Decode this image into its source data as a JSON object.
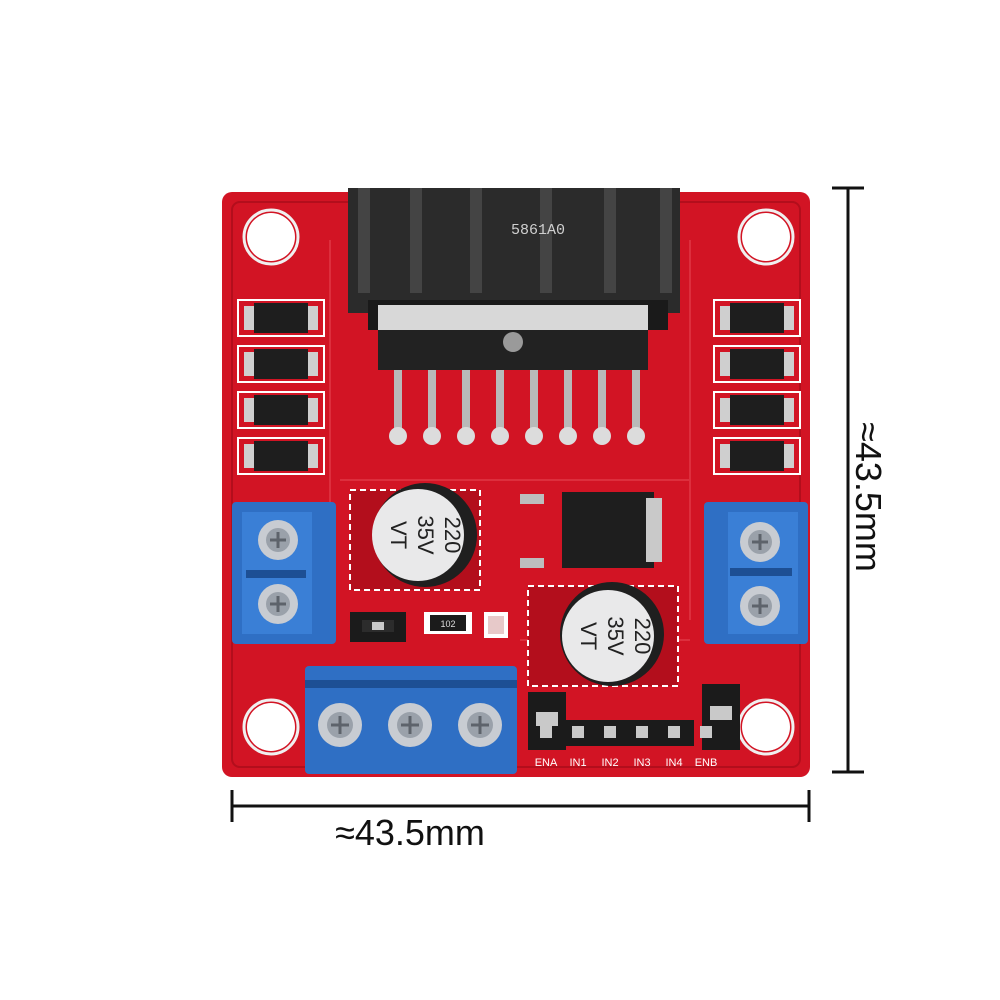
{
  "colors": {
    "pcb": "#d21424",
    "pcb_dark": "#b30e1c",
    "terminal_blue": "#2f6fc4",
    "heatsink": "#2b2b2b",
    "capacitor_top": "#e9e9ea",
    "capacitor_sleeve": "#1f1f1f",
    "dimension_line": "#111111"
  },
  "chip": {
    "marking": "5861A0"
  },
  "capacitors": [
    {
      "value": "220",
      "voltage": "35V",
      "series": "VT"
    },
    {
      "value": "220",
      "voltage": "35V",
      "series": "VT"
    }
  ],
  "resistor": {
    "code": "102"
  },
  "header": {
    "pins": [
      "ENA",
      "IN1",
      "IN2",
      "IN3",
      "IN4",
      "ENB"
    ]
  },
  "dimensions": {
    "width": "≈43.5mm",
    "height": "≈43.5mm"
  }
}
